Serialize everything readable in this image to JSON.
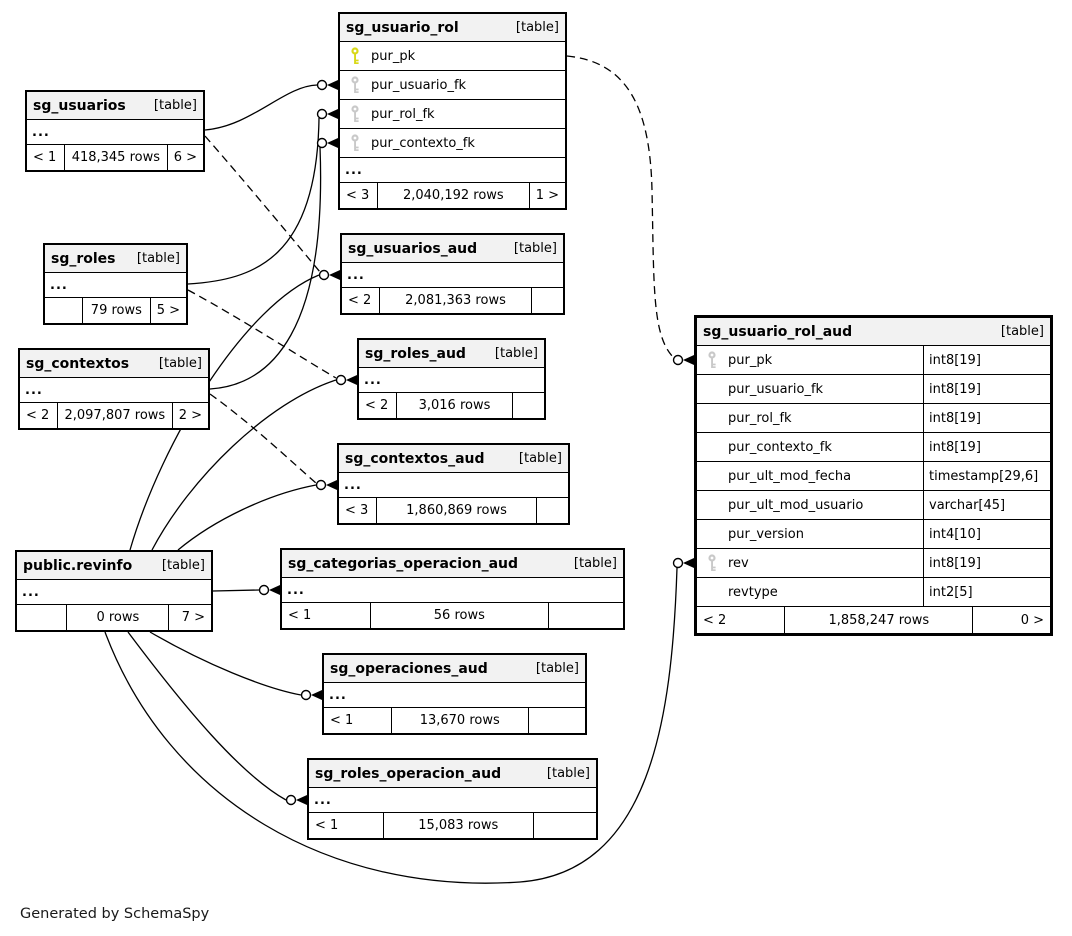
{
  "page": {
    "credit": "Generated by SchemaSpy"
  },
  "colors": {
    "primary_key": "#d9d919",
    "foreign_key": "#c9c9c9",
    "header_bg": "#f2f2f2",
    "border": "#000000"
  },
  "tables": {
    "usuario_rol": {
      "name": "sg_usuario_rol",
      "tag": "[table]",
      "columns": [
        {
          "name": "pur_pk",
          "key": "primary"
        },
        {
          "name": "pur_usuario_fk",
          "key": "foreign"
        },
        {
          "name": "pur_rol_fk",
          "key": "foreign"
        },
        {
          "name": "pur_contexto_fk",
          "key": "foreign"
        }
      ],
      "ellipsis": "...",
      "footer": {
        "left": "< 3",
        "center": "2,040,192 rows",
        "right": "1 >"
      }
    },
    "usuarios": {
      "name": "sg_usuarios",
      "tag": "[table]",
      "ellipsis": "...",
      "footer": {
        "left": "< 1",
        "center": "418,345 rows",
        "right": "6 >"
      }
    },
    "roles": {
      "name": "sg_roles",
      "tag": "[table]",
      "ellipsis": "...",
      "footer": {
        "left": "",
        "center": "79 rows",
        "right": "5 >"
      }
    },
    "contextos": {
      "name": "sg_contextos",
      "tag": "[table]",
      "ellipsis": "...",
      "footer": {
        "left": "< 2",
        "center": "2,097,807 rows",
        "right": "2 >"
      }
    },
    "revinfo": {
      "name": "public.revinfo",
      "tag": "[table]",
      "ellipsis": "...",
      "footer": {
        "left": "",
        "center": "0 rows",
        "right": "7 >"
      }
    },
    "usuarios_aud": {
      "name": "sg_usuarios_aud",
      "tag": "[table]",
      "ellipsis": "...",
      "footer": {
        "left": "< 2",
        "center": "2,081,363 rows",
        "right": ""
      }
    },
    "roles_aud": {
      "name": "sg_roles_aud",
      "tag": "[table]",
      "ellipsis": "...",
      "footer": {
        "left": "< 2",
        "center": "3,016 rows",
        "right": ""
      }
    },
    "contextos_aud": {
      "name": "sg_contextos_aud",
      "tag": "[table]",
      "ellipsis": "...",
      "footer": {
        "left": "< 3",
        "center": "1,860,869 rows",
        "right": ""
      }
    },
    "categorias_operacion_aud": {
      "name": "sg_categorias_operacion_aud",
      "tag": "[table]",
      "ellipsis": "...",
      "footer": {
        "left": "< 1",
        "center": "56 rows",
        "right": ""
      }
    },
    "operaciones_aud": {
      "name": "sg_operaciones_aud",
      "tag": "[table]",
      "ellipsis": "...",
      "footer": {
        "left": "< 1",
        "center": "13,670 rows",
        "right": ""
      }
    },
    "roles_operacion_aud": {
      "name": "sg_roles_operacion_aud",
      "tag": "[table]",
      "ellipsis": "...",
      "footer": {
        "left": "< 1",
        "center": "15,083 rows",
        "right": ""
      }
    },
    "usuario_rol_aud": {
      "name": "sg_usuario_rol_aud",
      "tag": "[table]",
      "columns": [
        {
          "name": "pur_pk",
          "type": "int8[19]",
          "key": "foreign"
        },
        {
          "name": "pur_usuario_fk",
          "type": "int8[19]"
        },
        {
          "name": "pur_rol_fk",
          "type": "int8[19]"
        },
        {
          "name": "pur_contexto_fk",
          "type": "int8[19]"
        },
        {
          "name": "pur_ult_mod_fecha",
          "type": "timestamp[29,6]"
        },
        {
          "name": "pur_ult_mod_usuario",
          "type": "varchar[45]"
        },
        {
          "name": "pur_version",
          "type": "int4[10]"
        },
        {
          "name": "rev",
          "type": "int8[19]",
          "key": "foreign"
        },
        {
          "name": "revtype",
          "type": "int2[5]"
        }
      ],
      "footer": {
        "left": "< 2",
        "center": "1,858,247 rows",
        "right": "0 >"
      }
    }
  }
}
